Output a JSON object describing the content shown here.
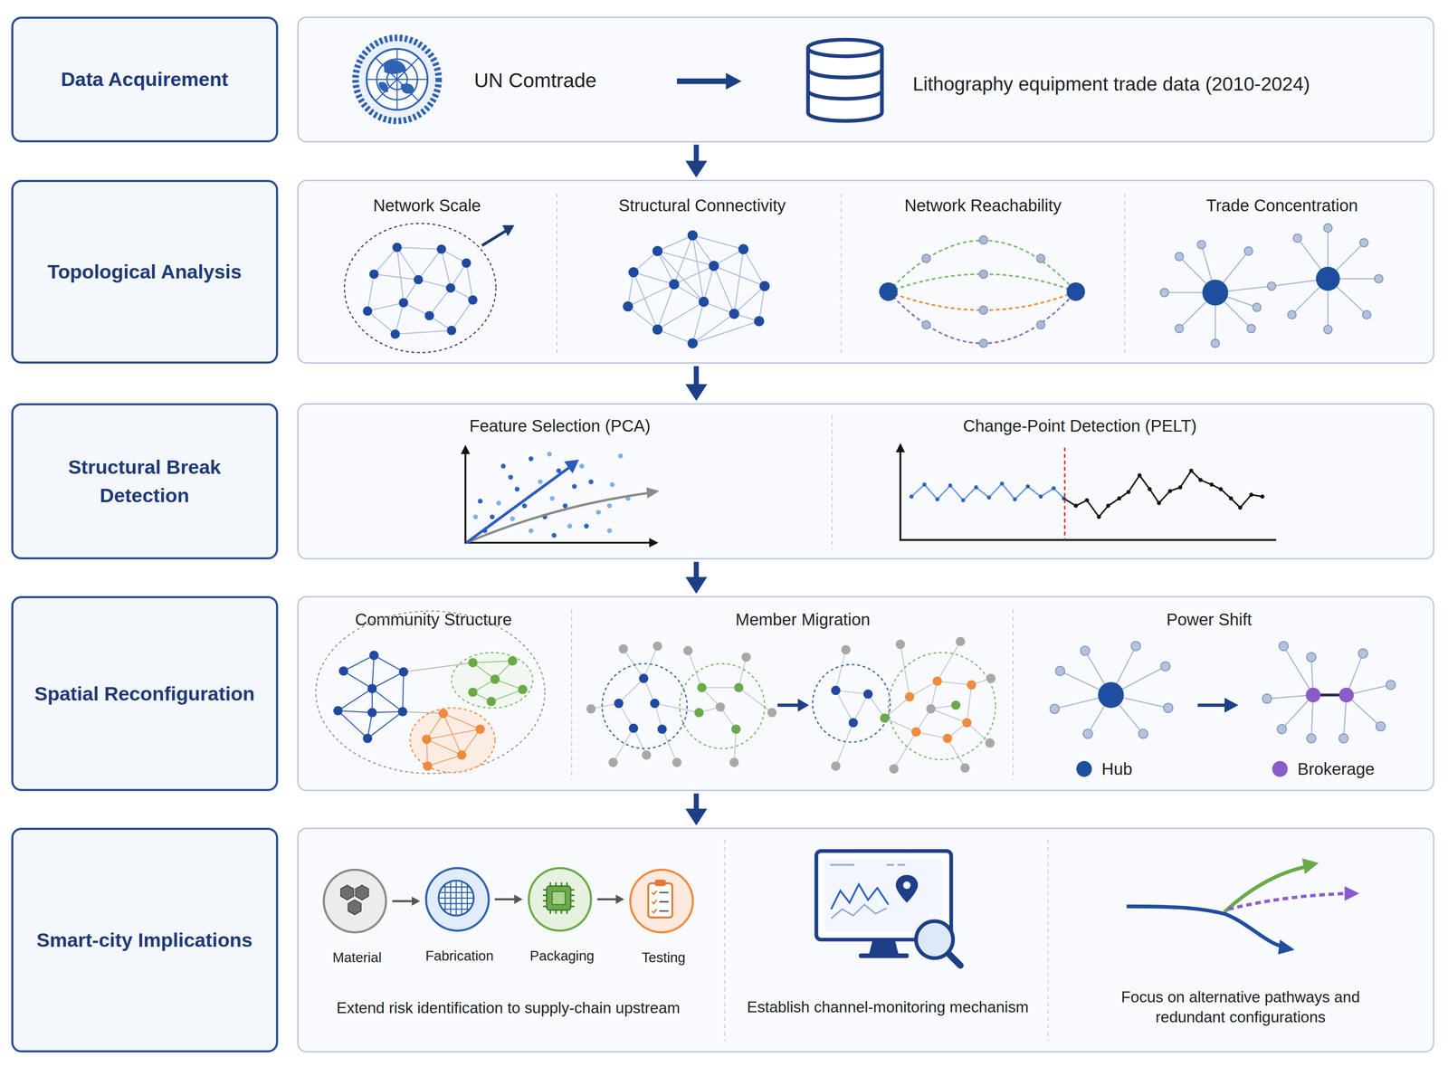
{
  "diagram": {
    "nodes": [
      {
        "text": [
          "Data Acquirement"
        ]
      },
      {
        "text": [
          "UN Comtrade",
          "Lithography equipment trade data (2010-2024)"
        ]
      },
      {
        "text": [
          "Topological Analysis"
        ]
      },
      {
        "text": [
          "Network Scale",
          "Structural Connectivity",
          "Network Reachability",
          "Trade Concentration"
        ]
      },
      {
        "text": [
          "Structural Break Detection"
        ]
      },
      {
        "text": [
          "Feature Selection (PCA)",
          "Change-Point Detection (PELT)"
        ]
      },
      {
        "text": [
          "Spatial Reconfiguration"
        ]
      },
      {
        "text": [
          "Community Structure",
          "Member Migration",
          "Power Shift"
        ]
      },
      {
        "text": [
          "Smart-city Implications"
        ]
      },
      {
        "text": [
          "Extend risk identification to supply-chain upstream",
          "Establish channel-monitoring mechanism",
          "Focus on alternative pathways and redundant configurations"
        ]
      },
      {
        "text": [
          "Material"
        ],
        "in": 9
      },
      {
        "text": [
          "Fabrication"
        ],
        "in": 9
      },
      {
        "text": [
          "Packaging"
        ],
        "in": 9
      },
      {
        "text": [
          "Testing"
        ],
        "in": 9
      }
    ],
    "edges": [
      {
        "from": 1,
        "to": 3,
        "arrow": "to"
      },
      {
        "from": 3,
        "to": 5,
        "arrow": "to"
      },
      {
        "from": 5,
        "to": 7,
        "arrow": "to"
      },
      {
        "from": 7,
        "to": 9,
        "arrow": "to"
      },
      {
        "from": 10,
        "to": 11,
        "arrow": "to"
      },
      {
        "from": 11,
        "to": 12,
        "arrow": "to"
      },
      {
        "from": 12,
        "to": 13,
        "arrow": "to"
      }
    ],
    "legend": [
      {
        "text": "Hub",
        "color": "#1f4e9e"
      },
      {
        "text": "Brokerage",
        "color": "#8b5cc8"
      }
    ]
  }
}
